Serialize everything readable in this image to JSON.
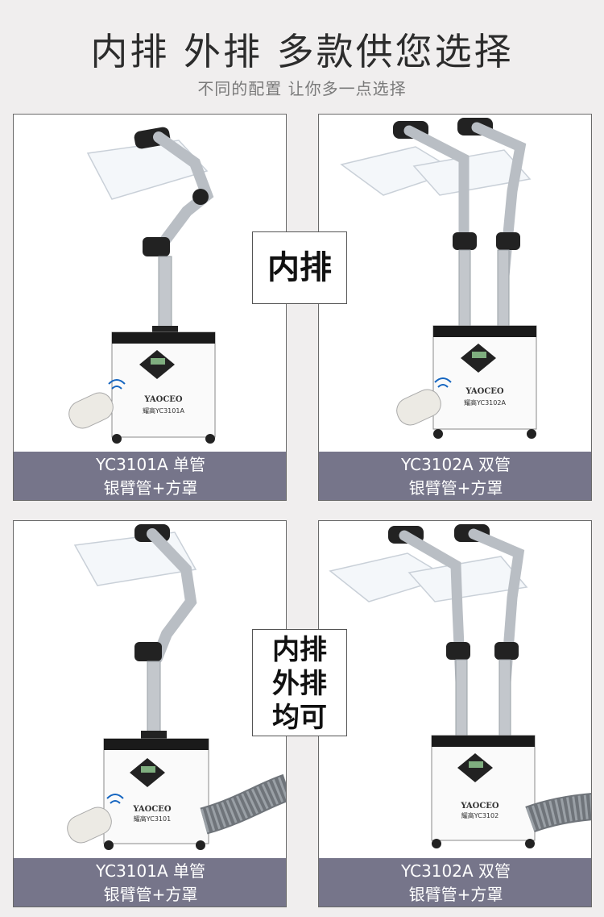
{
  "header": {
    "title": "内排 外排 多款供您选择",
    "subtitle": "不同的配置 让你多一点选择"
  },
  "cards": [
    {
      "model_line": "YC3101A 单管",
      "config_line": "银臂管+方罩",
      "brand": "YAOCEO",
      "model_plate": "耀高YC3101A"
    },
    {
      "model_line": "YC3102A 双管",
      "config_line": "银臂管+方罩",
      "brand": "YAOCEO",
      "model_plate": "耀高YC3102A"
    },
    {
      "model_line": "YC3101A 单管",
      "config_line": "银臂管+方罩",
      "brand": "YAOCEO",
      "model_plate": "耀高YC3101"
    },
    {
      "model_line": "YC3102A 双管",
      "config_line": "银臂管+方罩",
      "brand": "YAOCEO",
      "model_plate": "耀高YC3102"
    }
  ],
  "labels": {
    "inner": "内排",
    "both": [
      "内排",
      "外排",
      "均可"
    ]
  },
  "colors": {
    "caption_bg": "#76758a",
    "page_bg": "#f0eeee"
  }
}
